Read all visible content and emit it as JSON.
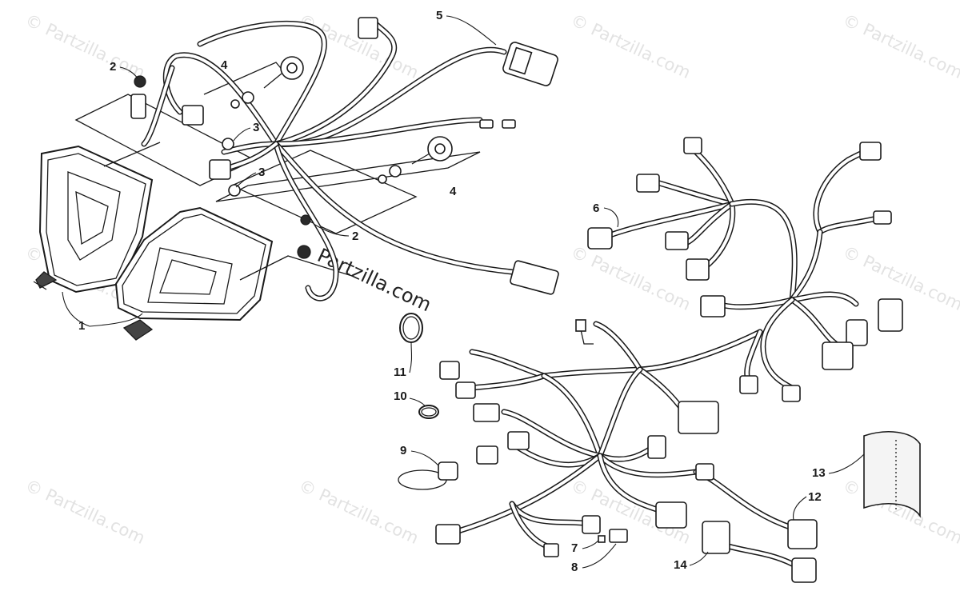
{
  "watermark": {
    "text": "© Partzilla.com",
    "center_text": "Partzilla.com"
  },
  "callouts": {
    "c1": "1",
    "c2a": "2",
    "c2b": "2",
    "c3a": "3",
    "c3b": "3",
    "c4a": "4",
    "c4b": "4",
    "c5": "5",
    "c6": "6",
    "c7": "7",
    "c8": "8",
    "c9": "9",
    "c10": "10",
    "c11": "11",
    "c12": "12",
    "c13": "13",
    "c14": "14"
  },
  "colors": {
    "line": "#1a1a1a",
    "background": "#ffffff",
    "watermark": "#d6d6d6"
  }
}
